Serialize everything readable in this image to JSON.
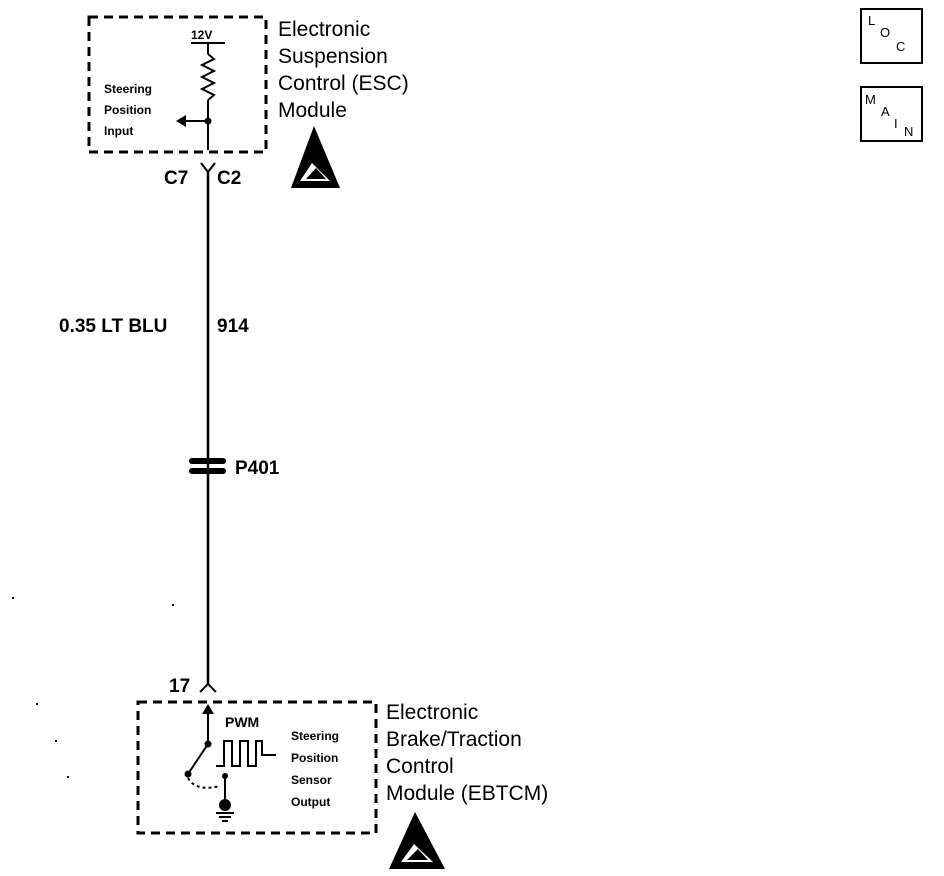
{
  "esc_module": {
    "name_lines": [
      "Electronic",
      "Suspension",
      "Control (ESC)",
      "Module"
    ],
    "voltage": "12V",
    "input_lines": [
      "Steering",
      "Position",
      "Input"
    ],
    "connector_left": "C7",
    "connector_right": "C2"
  },
  "wire": {
    "gauge_color": "0.35 LT BLU",
    "circuit": "914",
    "splice": "P401"
  },
  "ebtcm_module": {
    "name_lines": [
      "Electronic",
      "Brake/Traction",
      "Control",
      "Module (EBTCM)"
    ],
    "pin": "17",
    "pwm_label": "PWM",
    "output_lines": [
      "Steering",
      "Position",
      "Sensor",
      "Output"
    ]
  },
  "nav": {
    "loc": {
      "l": "L",
      "o": "O",
      "c": "C"
    },
    "main": {
      "m": "M",
      "a": "A",
      "i": "I",
      "n": "N"
    }
  }
}
